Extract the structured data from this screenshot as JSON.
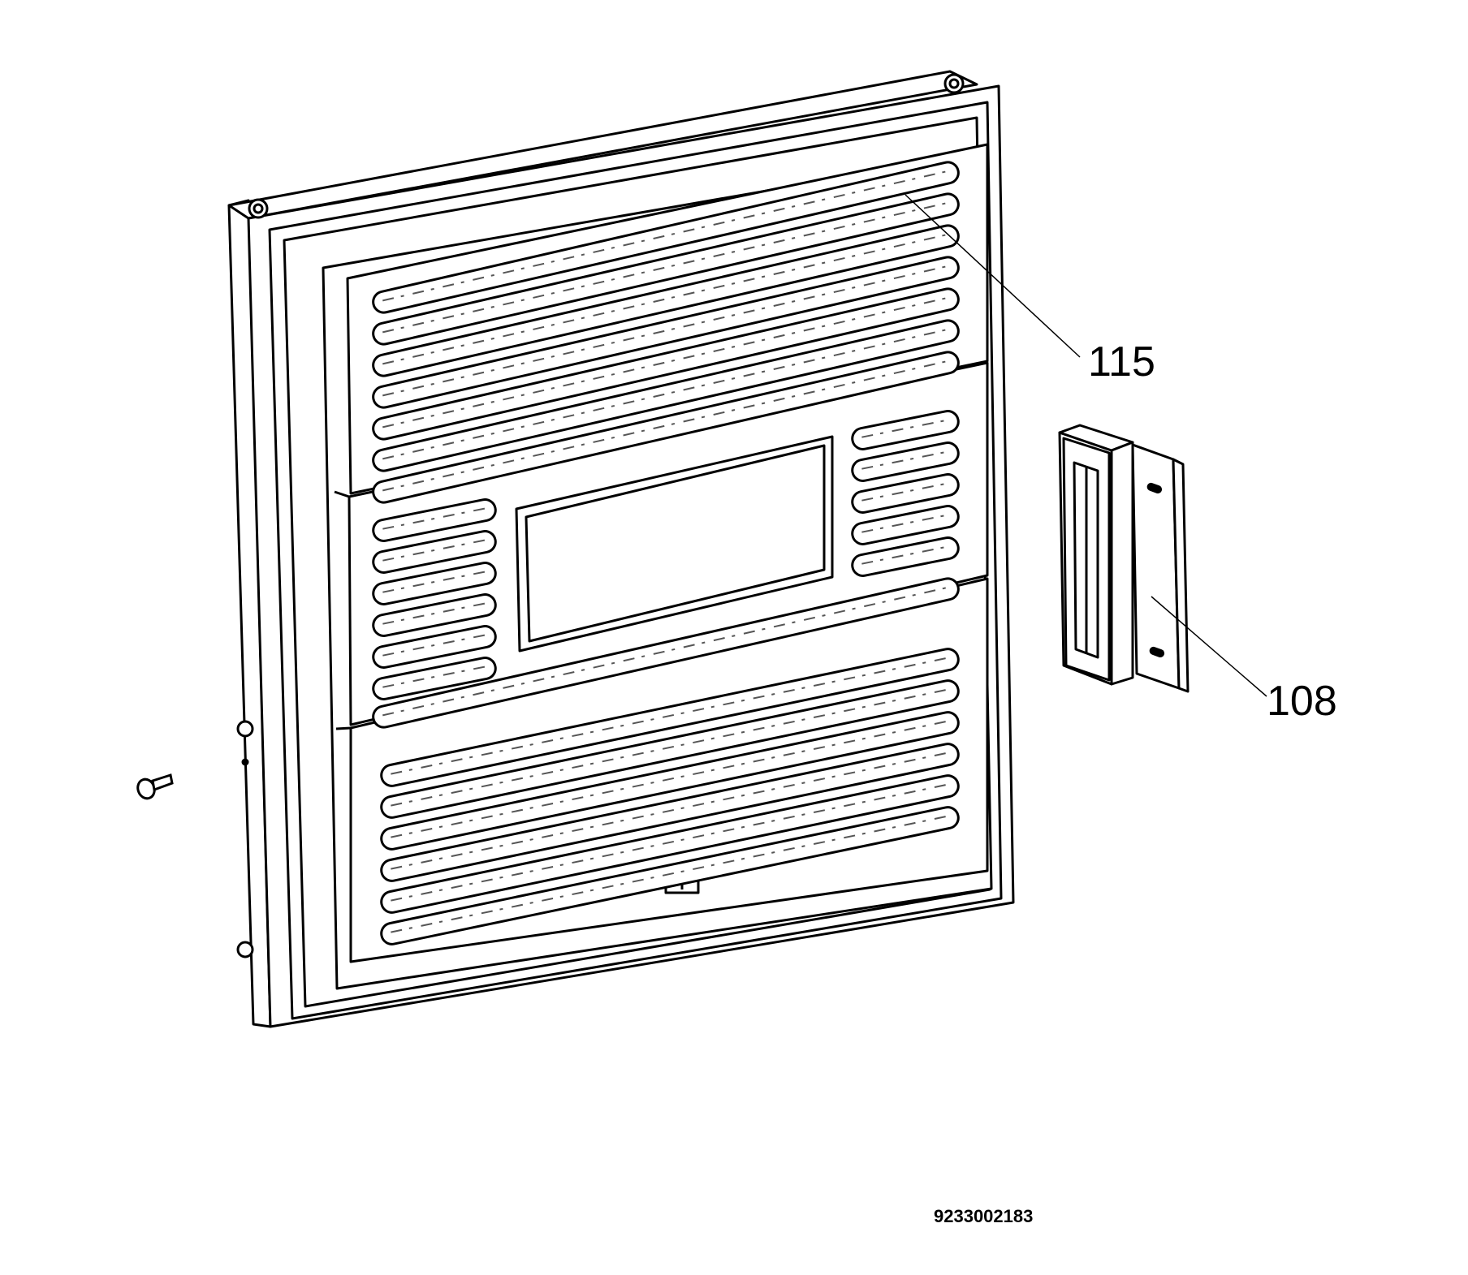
{
  "callouts": [
    {
      "id": "115",
      "label": "115"
    },
    {
      "id": "108",
      "label": "108"
    }
  ],
  "document_number": "9233002183",
  "colors": {
    "ink": "#000000",
    "paper": "#ffffff",
    "texture": "#555555"
  },
  "parts": {
    "door_panel": "door-panel",
    "handle": "door-handle",
    "screw": "screw-icon"
  }
}
